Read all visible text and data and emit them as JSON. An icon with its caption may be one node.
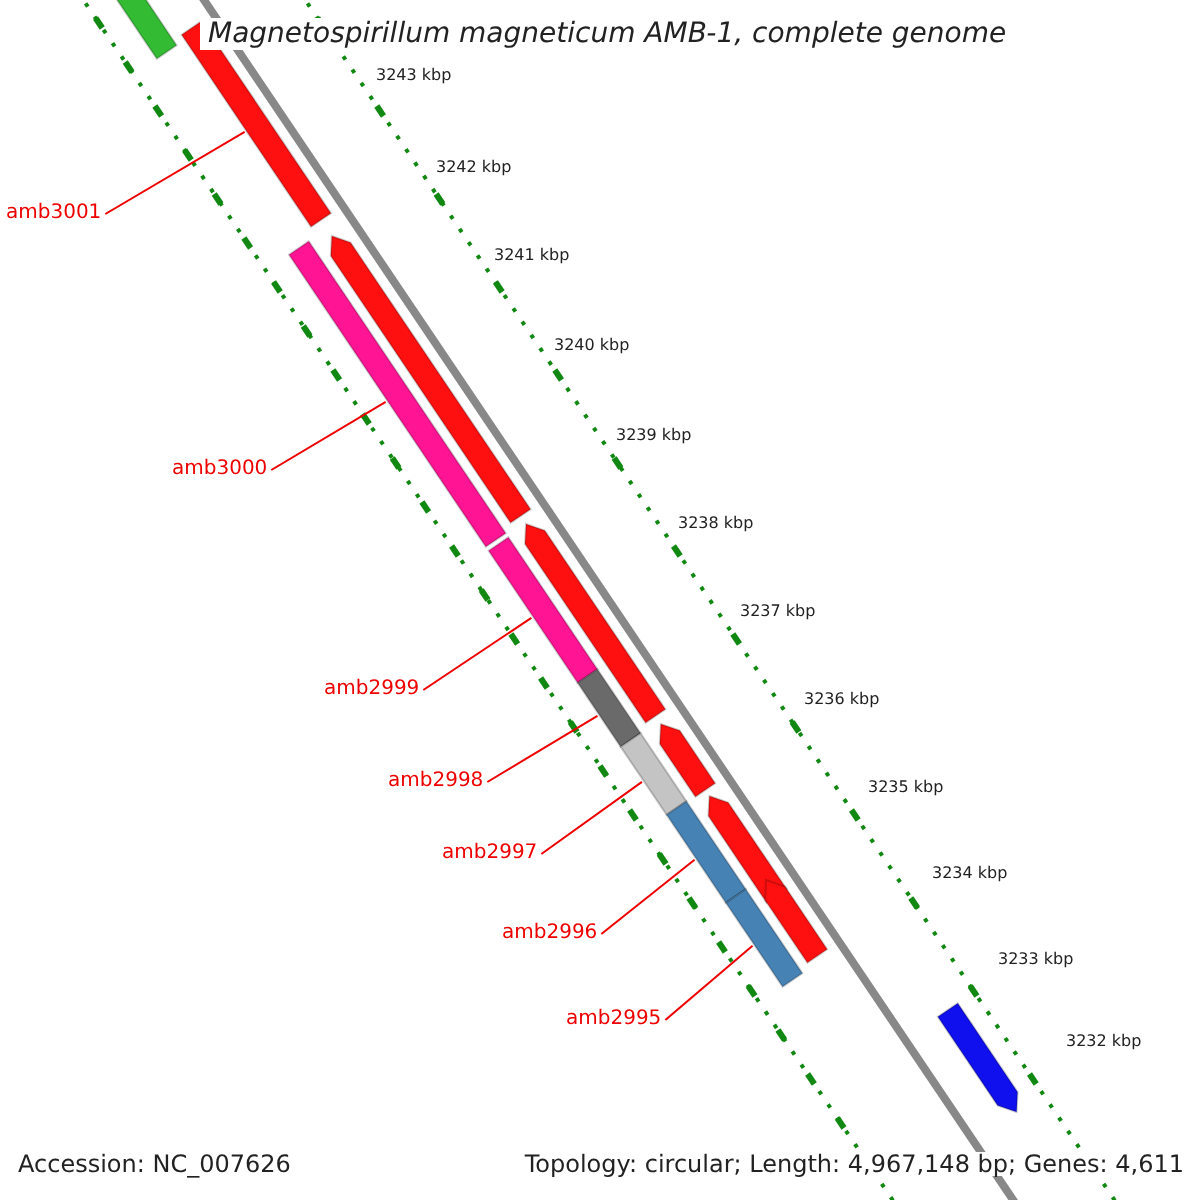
{
  "diagram": {
    "title": "Magnetospirillum magneticum AMB-1, complete genome",
    "nodes": [
      {
        "text": [
          "amb3001"
        ]
      },
      {
        "text": [],
        "shape": "bar"
      },
      {
        "text": [
          "amb3000"
        ]
      },
      {
        "text": [],
        "shape": "bar"
      },
      {
        "text": [
          "amb2999"
        ]
      },
      {
        "text": [],
        "shape": "bar"
      },
      {
        "text": [
          "amb2998"
        ]
      },
      {
        "text": [],
        "shape": "bar"
      },
      {
        "text": [
          "amb2997"
        ]
      },
      {
        "text": [],
        "shape": "bar"
      },
      {
        "text": [
          "amb2996"
        ]
      },
      {
        "text": [],
        "shape": "bar"
      },
      {
        "text": [
          "amb2995"
        ]
      },
      {
        "text": [],
        "shape": "bar"
      },
      {
        "text": [],
        "shape": "bar"
      },
      {
        "text": [],
        "shape": "bar"
      },
      {
        "text": [],
        "shape": "bar"
      },
      {
        "text": [],
        "shape": "bar"
      },
      {
        "text": [],
        "shape": "bar"
      },
      {
        "text": [],
        "shape": "bar"
      },
      {
        "text": [],
        "shape": "bar"
      }
    ],
    "edges": [
      {
        "from": 0,
        "to": 1,
        "arrow": "none"
      },
      {
        "from": 2,
        "to": 3,
        "arrow": "none"
      },
      {
        "from": 4,
        "to": 5,
        "arrow": "none"
      },
      {
        "from": 6,
        "to": 7,
        "arrow": "none"
      },
      {
        "from": 8,
        "to": 9,
        "arrow": "none"
      },
      {
        "from": 10,
        "to": 11,
        "arrow": "none"
      },
      {
        "from": 12,
        "to": 13,
        "arrow": "none"
      }
    ],
    "labels": [
      "3243 kbp",
      "3242 kbp",
      "3241 kbp",
      "3240 kbp",
      "3239 kbp",
      "3238 kbp",
      "3237 kbp",
      "3236 kbp",
      "3235 kbp",
      "3234 kbp",
      "3233 kbp",
      "3232 kbp",
      "Accession: NC_007626",
      "Topology: circular; Length: 4,967,148 bp; Genes: 4,611"
    ]
  }
}
